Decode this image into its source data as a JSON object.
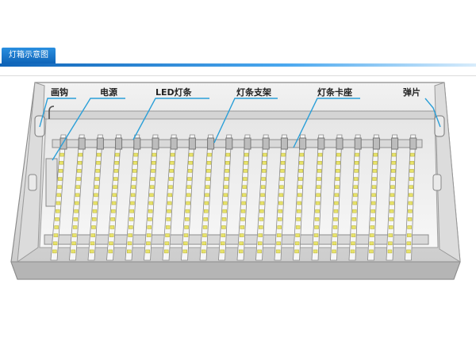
{
  "header": {
    "title": "灯箱示意图"
  },
  "labels": {
    "hook": "画钩",
    "power": "电源",
    "led_strip": "LED灯条",
    "strip_bracket": "灯条支架",
    "strip_holder": "灯条卡座",
    "spring_clip": "弹片"
  },
  "colors": {
    "header_blue": "#1a78cf",
    "leader_line": "#2a9fd8",
    "led_yellow": "#e8e36a"
  }
}
